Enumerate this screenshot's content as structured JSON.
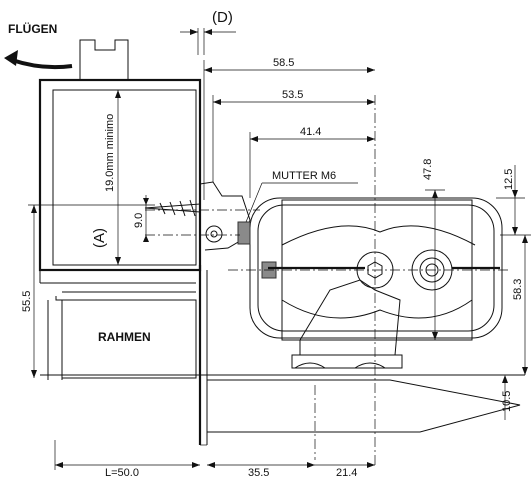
{
  "labels": {
    "fluegel": "FLÜGEN",
    "rahmen": "RAHMEN",
    "mutter": "MUTTER M6",
    "gap_d": "(D)",
    "mark_a": "(A)",
    "minimum": "19.0mm minimo"
  },
  "dimensions": {
    "d_58_5": "58.5",
    "d_53_5": "53.5",
    "d_41_4": "41.4",
    "d_47_8": "47.8",
    "d_12_5": "12.5",
    "d_9_0": "9.0",
    "d_55_5": "55.5",
    "d_58_3": "58.3",
    "d_10_5": "10.5",
    "d_l50": "L=50.0",
    "d_35_5": "35.5",
    "d_21_4": "21.4"
  }
}
